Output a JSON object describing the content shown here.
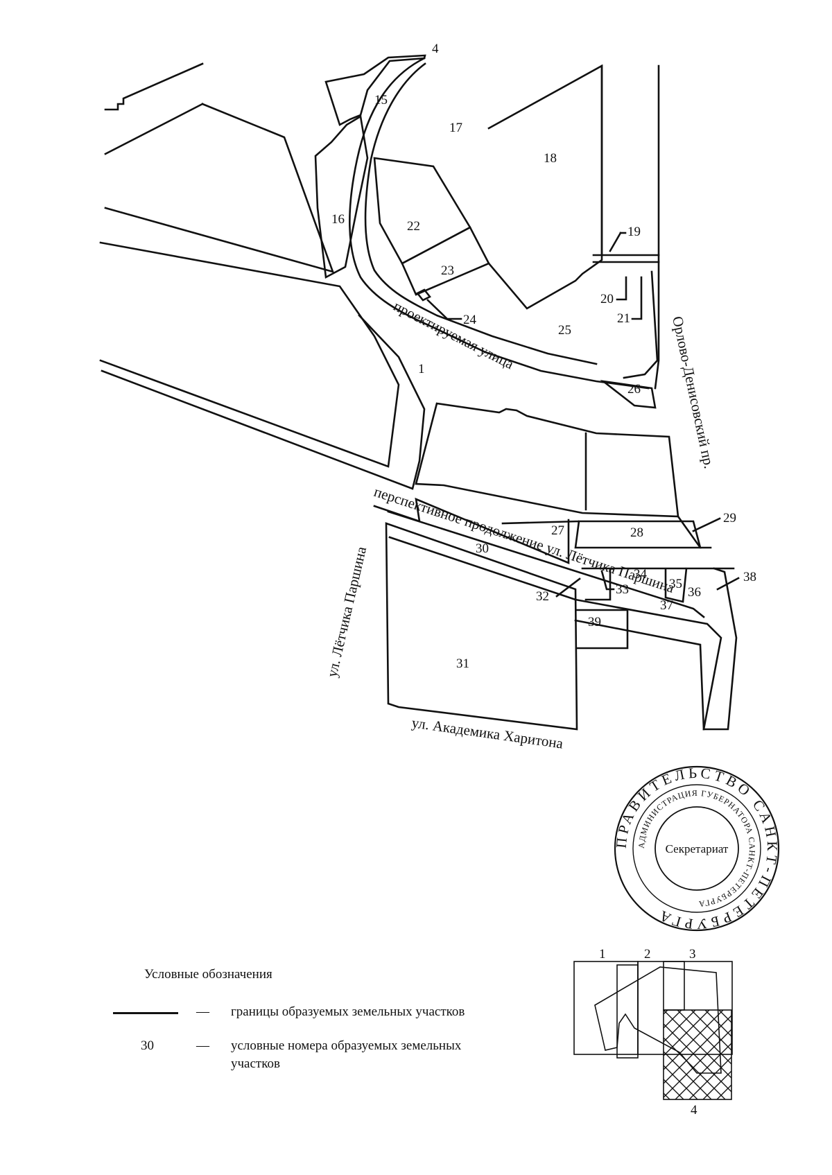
{
  "map": {
    "sheet_number": "4",
    "parcel_numbers": [
      "1",
      "15",
      "16",
      "17",
      "18",
      "19",
      "20",
      "21",
      "22",
      "23",
      "24",
      "25",
      "26",
      "27",
      "28",
      "29",
      "30",
      "31",
      "32",
      "33",
      "34",
      "35",
      "36",
      "37",
      "38",
      "39"
    ],
    "streets": {
      "projected_street": "проектируемая улица",
      "orlovo": "Орлово-Денисовский пр.",
      "prospective": "перспективное продолжение ул. Лётчика Паршина",
      "parshina": "ул. Лётчика Паршина",
      "kharitona": "ул. Академика Харитона"
    }
  },
  "seal": {
    "outer_text": "ПРАВИТЕЛЬСТВО САНКТ-ПЕТЕРБУРГА",
    "inner_text": "АДМИНИСТРАЦИЯ ГУБЕРНАТОРА САНКТ-ПЕТЕРБУРГА",
    "center_text": "Секретариат"
  },
  "legend": {
    "title": "Условные обозначения",
    "dash": "—",
    "line_desc": "границы образуемых земельных участков",
    "number_example": "30",
    "number_desc_1": "условные номера образуемых земельных",
    "number_desc_2": "участков"
  },
  "index_map": {
    "labels": [
      "1",
      "2",
      "3",
      "4"
    ],
    "highlighted_sheet": "4"
  }
}
